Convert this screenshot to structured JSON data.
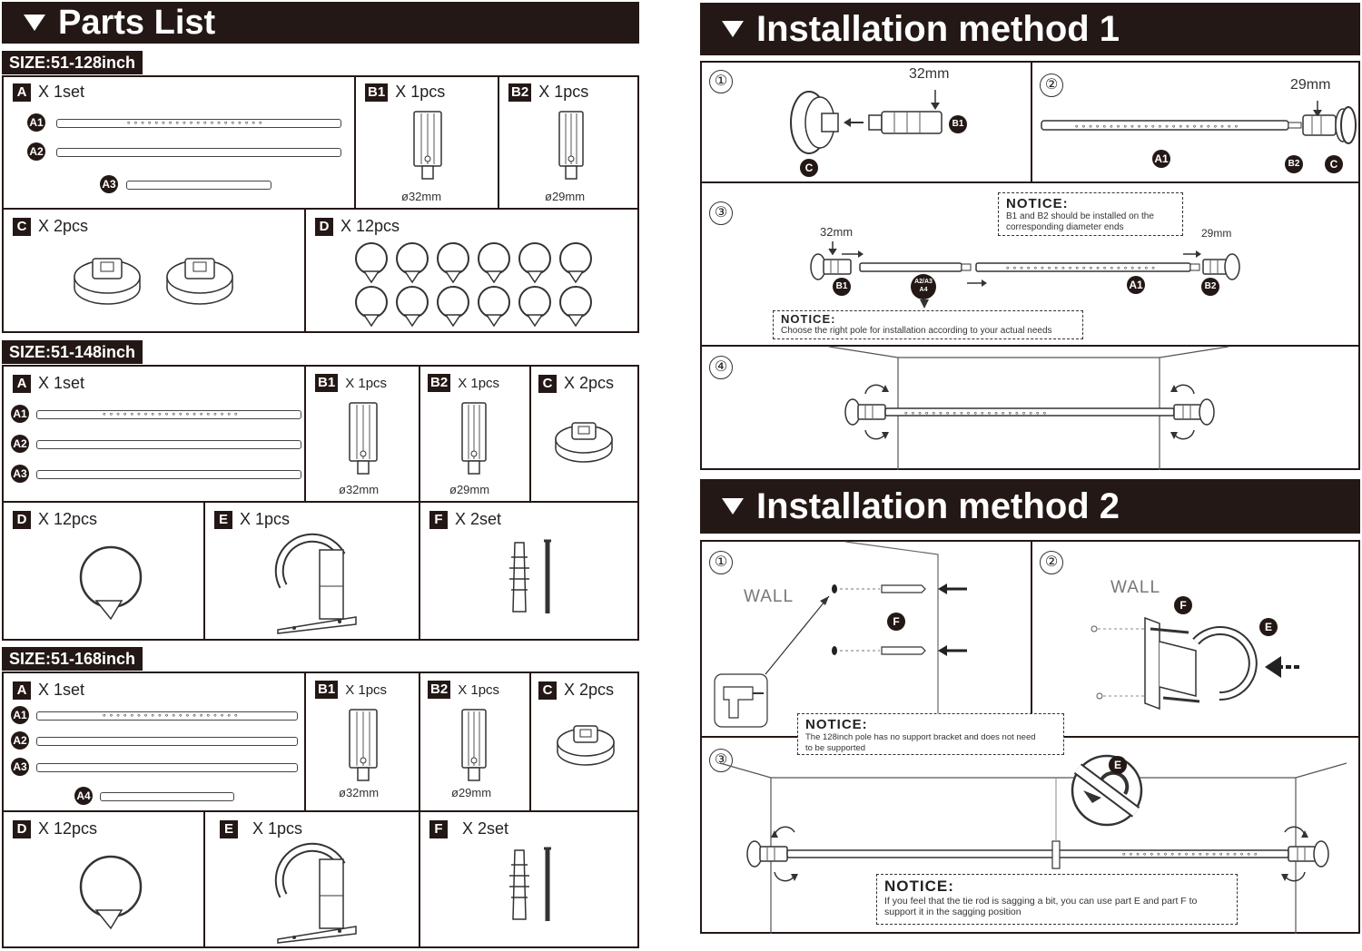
{
  "parts_list": {
    "title": "Parts List",
    "sets": [
      {
        "size": "SIZE:51-128inch",
        "a": {
          "badge": "A",
          "qty": "X 1set",
          "rods": [
            "A1",
            "A2",
            "A3"
          ]
        },
        "b1": {
          "badge": "B1",
          "qty": "X 1pcs",
          "dia": "ø32mm"
        },
        "b2": {
          "badge": "B2",
          "qty": "X 1pcs",
          "dia": "ø29mm"
        },
        "c": {
          "badge": "C",
          "qty": "X 2pcs"
        },
        "d": {
          "badge": "D",
          "qty": "X 12pcs"
        }
      },
      {
        "size": "SIZE:51-148inch",
        "a": {
          "badge": "A",
          "qty": "X 1set",
          "rods": [
            "A1",
            "A2",
            "A3"
          ]
        },
        "b1": {
          "badge": "B1",
          "qty": "X 1pcs",
          "dia": "ø32mm"
        },
        "b2": {
          "badge": "B2",
          "qty": "X 1pcs",
          "dia": "ø29mm"
        },
        "c": {
          "badge": "C",
          "qty": "X 2pcs"
        },
        "d": {
          "badge": "D",
          "qty": "X 12pcs"
        },
        "e": {
          "badge": "E",
          "qty": "X 1pcs"
        },
        "f": {
          "badge": "F",
          "qty": "X 2set"
        }
      },
      {
        "size": "SIZE:51-168inch",
        "a": {
          "badge": "A",
          "qty": "X 1set",
          "rods": [
            "A1",
            "A2",
            "A3",
            "A4"
          ]
        },
        "b1": {
          "badge": "B1",
          "qty": "X 1pcs",
          "dia": "ø32mm"
        },
        "b2": {
          "badge": "B2",
          "qty": "X 1pcs",
          "dia": "ø29mm"
        },
        "c": {
          "badge": "C",
          "qty": "X 2pcs"
        },
        "d": {
          "badge": "D",
          "qty": "X 12pcs"
        },
        "e": {
          "badge": "E",
          "qty": "X 1pcs"
        },
        "f": {
          "badge": "F",
          "qty": "X 2set"
        }
      }
    ]
  },
  "method1": {
    "title": "Installation method 1",
    "steps": [
      "①",
      "②",
      "③",
      "④"
    ],
    "s1": {
      "dim": "32mm",
      "c": "C",
      "b1": "B1"
    },
    "s2": {
      "dim": "29mm",
      "a1": "A1",
      "b2": "B2",
      "c": "C"
    },
    "s3": {
      "dim_left": "32mm",
      "dim_right": "29mm",
      "b1": "B1",
      "a2a3": "A2/A3",
      "a4": "A4",
      "a1": "A1",
      "b2": "B2",
      "notice1_title": "NOTICE:",
      "notice1_line1": "B1 and B2 should be installed on the",
      "notice1_line2": "corresponding diameter ends",
      "notice2_title": "NOTICE:",
      "notice2_text": "Choose the right pole for installation according to your actual needs"
    }
  },
  "method2": {
    "title": "Installation method 2",
    "steps": [
      "①",
      "②",
      "③"
    ],
    "s1": {
      "wall": "WALL",
      "f": "F",
      "notice_title": "NOTICE:",
      "notice_line1": "The 128inch pole has no support bracket and does not need",
      "notice_line2": "to be supported"
    },
    "s2": {
      "wall": "WALL",
      "f": "F",
      "e": "E"
    },
    "s3": {
      "e": "E",
      "notice_title": "NOTICE:",
      "notice_line1": "If you feel that the tie rod is sagging a bit, you can use part E and part F to",
      "notice_line2": "support it in the sagging position"
    }
  }
}
